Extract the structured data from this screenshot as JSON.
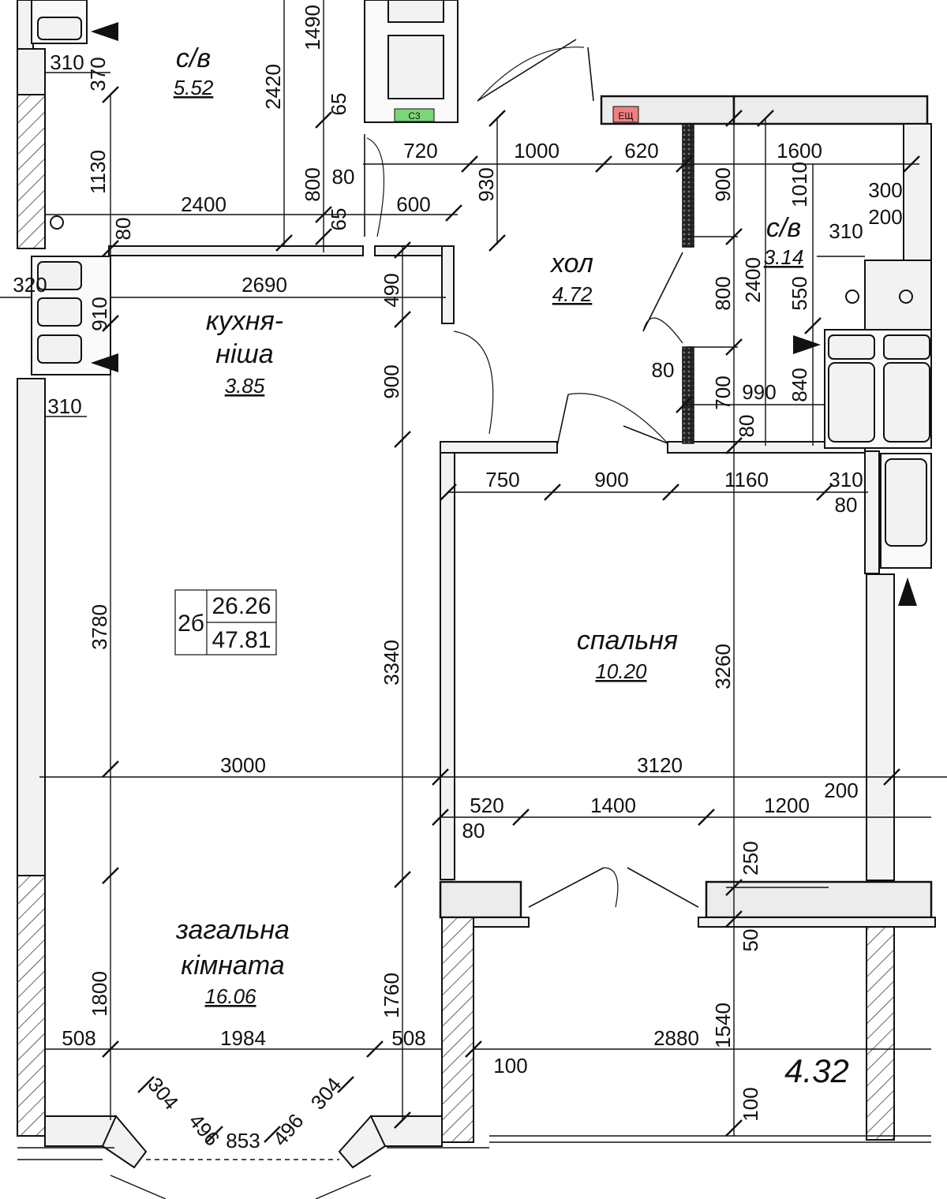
{
  "rooms": {
    "bath1": {
      "name": "с/в",
      "area": "5.52"
    },
    "bath2": {
      "name": "с/в",
      "area": "3.14"
    },
    "hall": {
      "name": "хол",
      "area": "4.72"
    },
    "kitchen": {
      "name1": "кухня-",
      "name2": "ніша",
      "area": "3.85"
    },
    "bedroom": {
      "name": "спальня",
      "area": "10.20"
    },
    "living": {
      "name1": "загальна",
      "name2": "кімната",
      "area": "16.06"
    },
    "balcony": {
      "area": "4.32"
    }
  },
  "apartment": {
    "type": "2б",
    "living_area": "26.26",
    "total_area": "47.81"
  },
  "tags": {
    "tag1": "С3",
    "tag2": "ЕЩ"
  },
  "tag_colors": {
    "tag1": "#7ad67a",
    "tag2": "#f08080"
  },
  "dims": {
    "d1490": "1490",
    "d310a": "310",
    "d370": "370",
    "d2420": "2420",
    "d65a": "65",
    "d720": "720",
    "d1000": "1000",
    "d620": "620",
    "d1600": "1600",
    "d80a": "80",
    "d1130": "1130",
    "d800a": "800",
    "d930": "930",
    "d900a": "900",
    "d1010": "1010",
    "d300": "300",
    "d200a": "200",
    "d2400a": "2400",
    "d600": "600",
    "d65b": "65",
    "d80b": "80",
    "d310b": "310",
    "d320": "320",
    "d2690": "2690",
    "d490": "490",
    "d910": "910",
    "d800b": "800",
    "d2400b": "2400",
    "d550": "550",
    "d310c": "310",
    "d900b": "900",
    "d80c": "80",
    "d700": "700",
    "d990": "990",
    "d840": "840",
    "d80d": "80",
    "d750": "750",
    "d900c": "900",
    "d1160": "1160",
    "d310d": "310",
    "d80e": "80",
    "d3780": "3780",
    "d3340": "3340",
    "d3260": "3260",
    "d3000": "3000",
    "d3120": "3120",
    "d200b": "200",
    "d520": "520",
    "d1400": "1400",
    "d1200": "1200",
    "d80f": "80",
    "d250": "250",
    "d50": "50",
    "d1800": "1800",
    "d1760": "1760",
    "d1540": "1540",
    "d508a": "508",
    "d1984": "1984",
    "d508b": "508",
    "d2880": "2880",
    "d100a": "100",
    "d100b": "100",
    "d304a": "304",
    "d496a": "496",
    "d853": "853",
    "d496b": "496",
    "d304b": "304"
  }
}
